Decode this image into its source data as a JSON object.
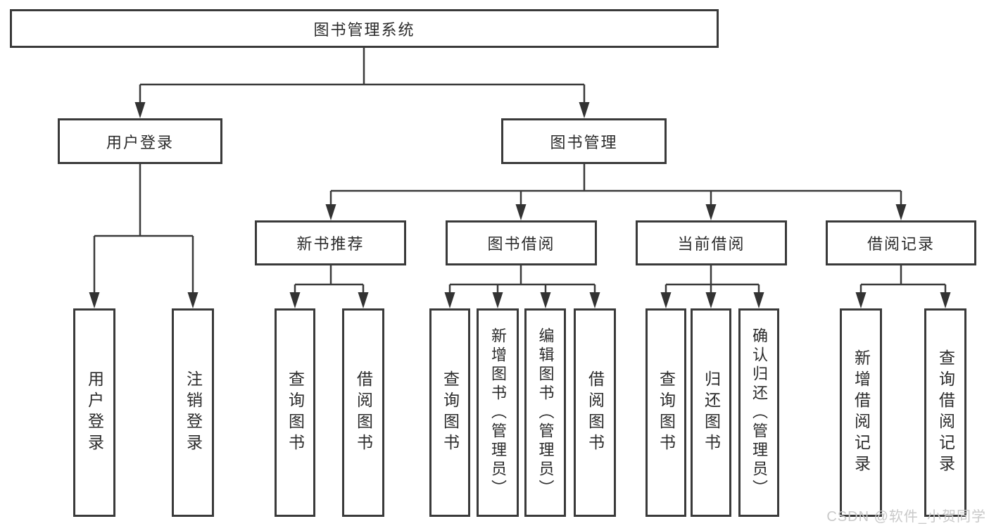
{
  "diagram": {
    "root": {
      "label": "图书管理系统"
    },
    "branches": [
      {
        "label": "用户登录",
        "children": [
          {
            "label": "用户登录"
          },
          {
            "label": "注销登录"
          }
        ]
      },
      {
        "label": "图书管理",
        "children": [
          {
            "label": "新书推荐",
            "children": [
              {
                "label": "查询图书"
              },
              {
                "label": "借阅图书"
              }
            ]
          },
          {
            "label": "图书借阅",
            "children": [
              {
                "label": "查询图书"
              },
              {
                "label": "新增图书（管理员）"
              },
              {
                "label": "编辑图书（管理员）"
              },
              {
                "label": "借阅图书"
              }
            ]
          },
          {
            "label": "当前借阅",
            "children": [
              {
                "label": "查询图书"
              },
              {
                "label": "归还图书"
              },
              {
                "label": "确认归还（管理员）"
              }
            ]
          },
          {
            "label": "借阅记录",
            "children": [
              {
                "label": "新增借阅记录"
              },
              {
                "label": "查询借阅记录"
              }
            ]
          }
        ]
      }
    ]
  },
  "watermark": {
    "text": "CSDN @软件_小贺同学"
  },
  "colors": {
    "line": "#3a3a3a",
    "box_border": "#3a3a3a",
    "text": "#2b2b2b",
    "watermark": "#c9c9c9",
    "background": "#ffffff"
  }
}
